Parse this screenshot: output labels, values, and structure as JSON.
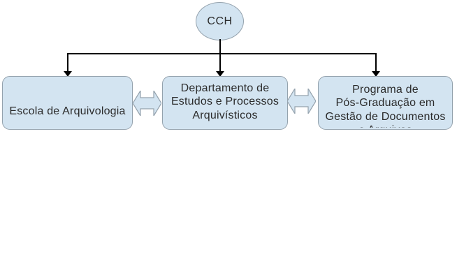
{
  "diagram": {
    "colors": {
      "node_fill": "#d3e4f1",
      "node_border": "#94a2ad",
      "connector": "#000000",
      "text": "#2b2b2b",
      "background": "#ffffff"
    },
    "root": {
      "label": "CCH"
    },
    "boxes": [
      {
        "name": "escola-de-arquivologia",
        "lines": [
          "Escola de Arquivologia"
        ]
      },
      {
        "name": "departamento-de-estudos-e-processos-arquivisticos",
        "lines": [
          "Departamento de",
          "Estudos e Processos",
          "Arquivísticos"
        ]
      },
      {
        "name": "programa-de-pos-graduacao",
        "lines": [
          "Programa de",
          "Pós-Graduação em",
          "Gestão de Documentos",
          "e Arquivos"
        ],
        "last_line_clipped": true
      }
    ]
  }
}
